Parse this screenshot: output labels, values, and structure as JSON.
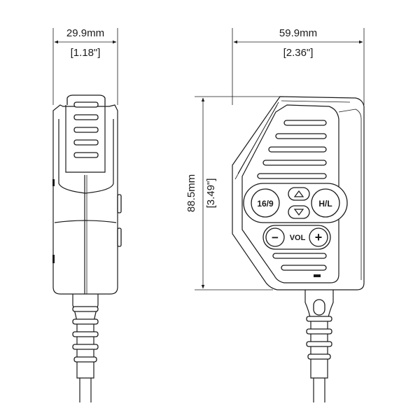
{
  "dimensions": {
    "side_width": {
      "metric": "29.9mm",
      "imperial": "[1.18\"]"
    },
    "front_width": {
      "metric": "59.9mm",
      "imperial": "[2.36\"]"
    },
    "front_height": {
      "metric": "88.5mm",
      "imperial": "[3.49\"]"
    }
  },
  "buttons": {
    "channel": "16/9",
    "power": "H/L",
    "volume": "VOL",
    "minus": "−",
    "plus": "+"
  }
}
